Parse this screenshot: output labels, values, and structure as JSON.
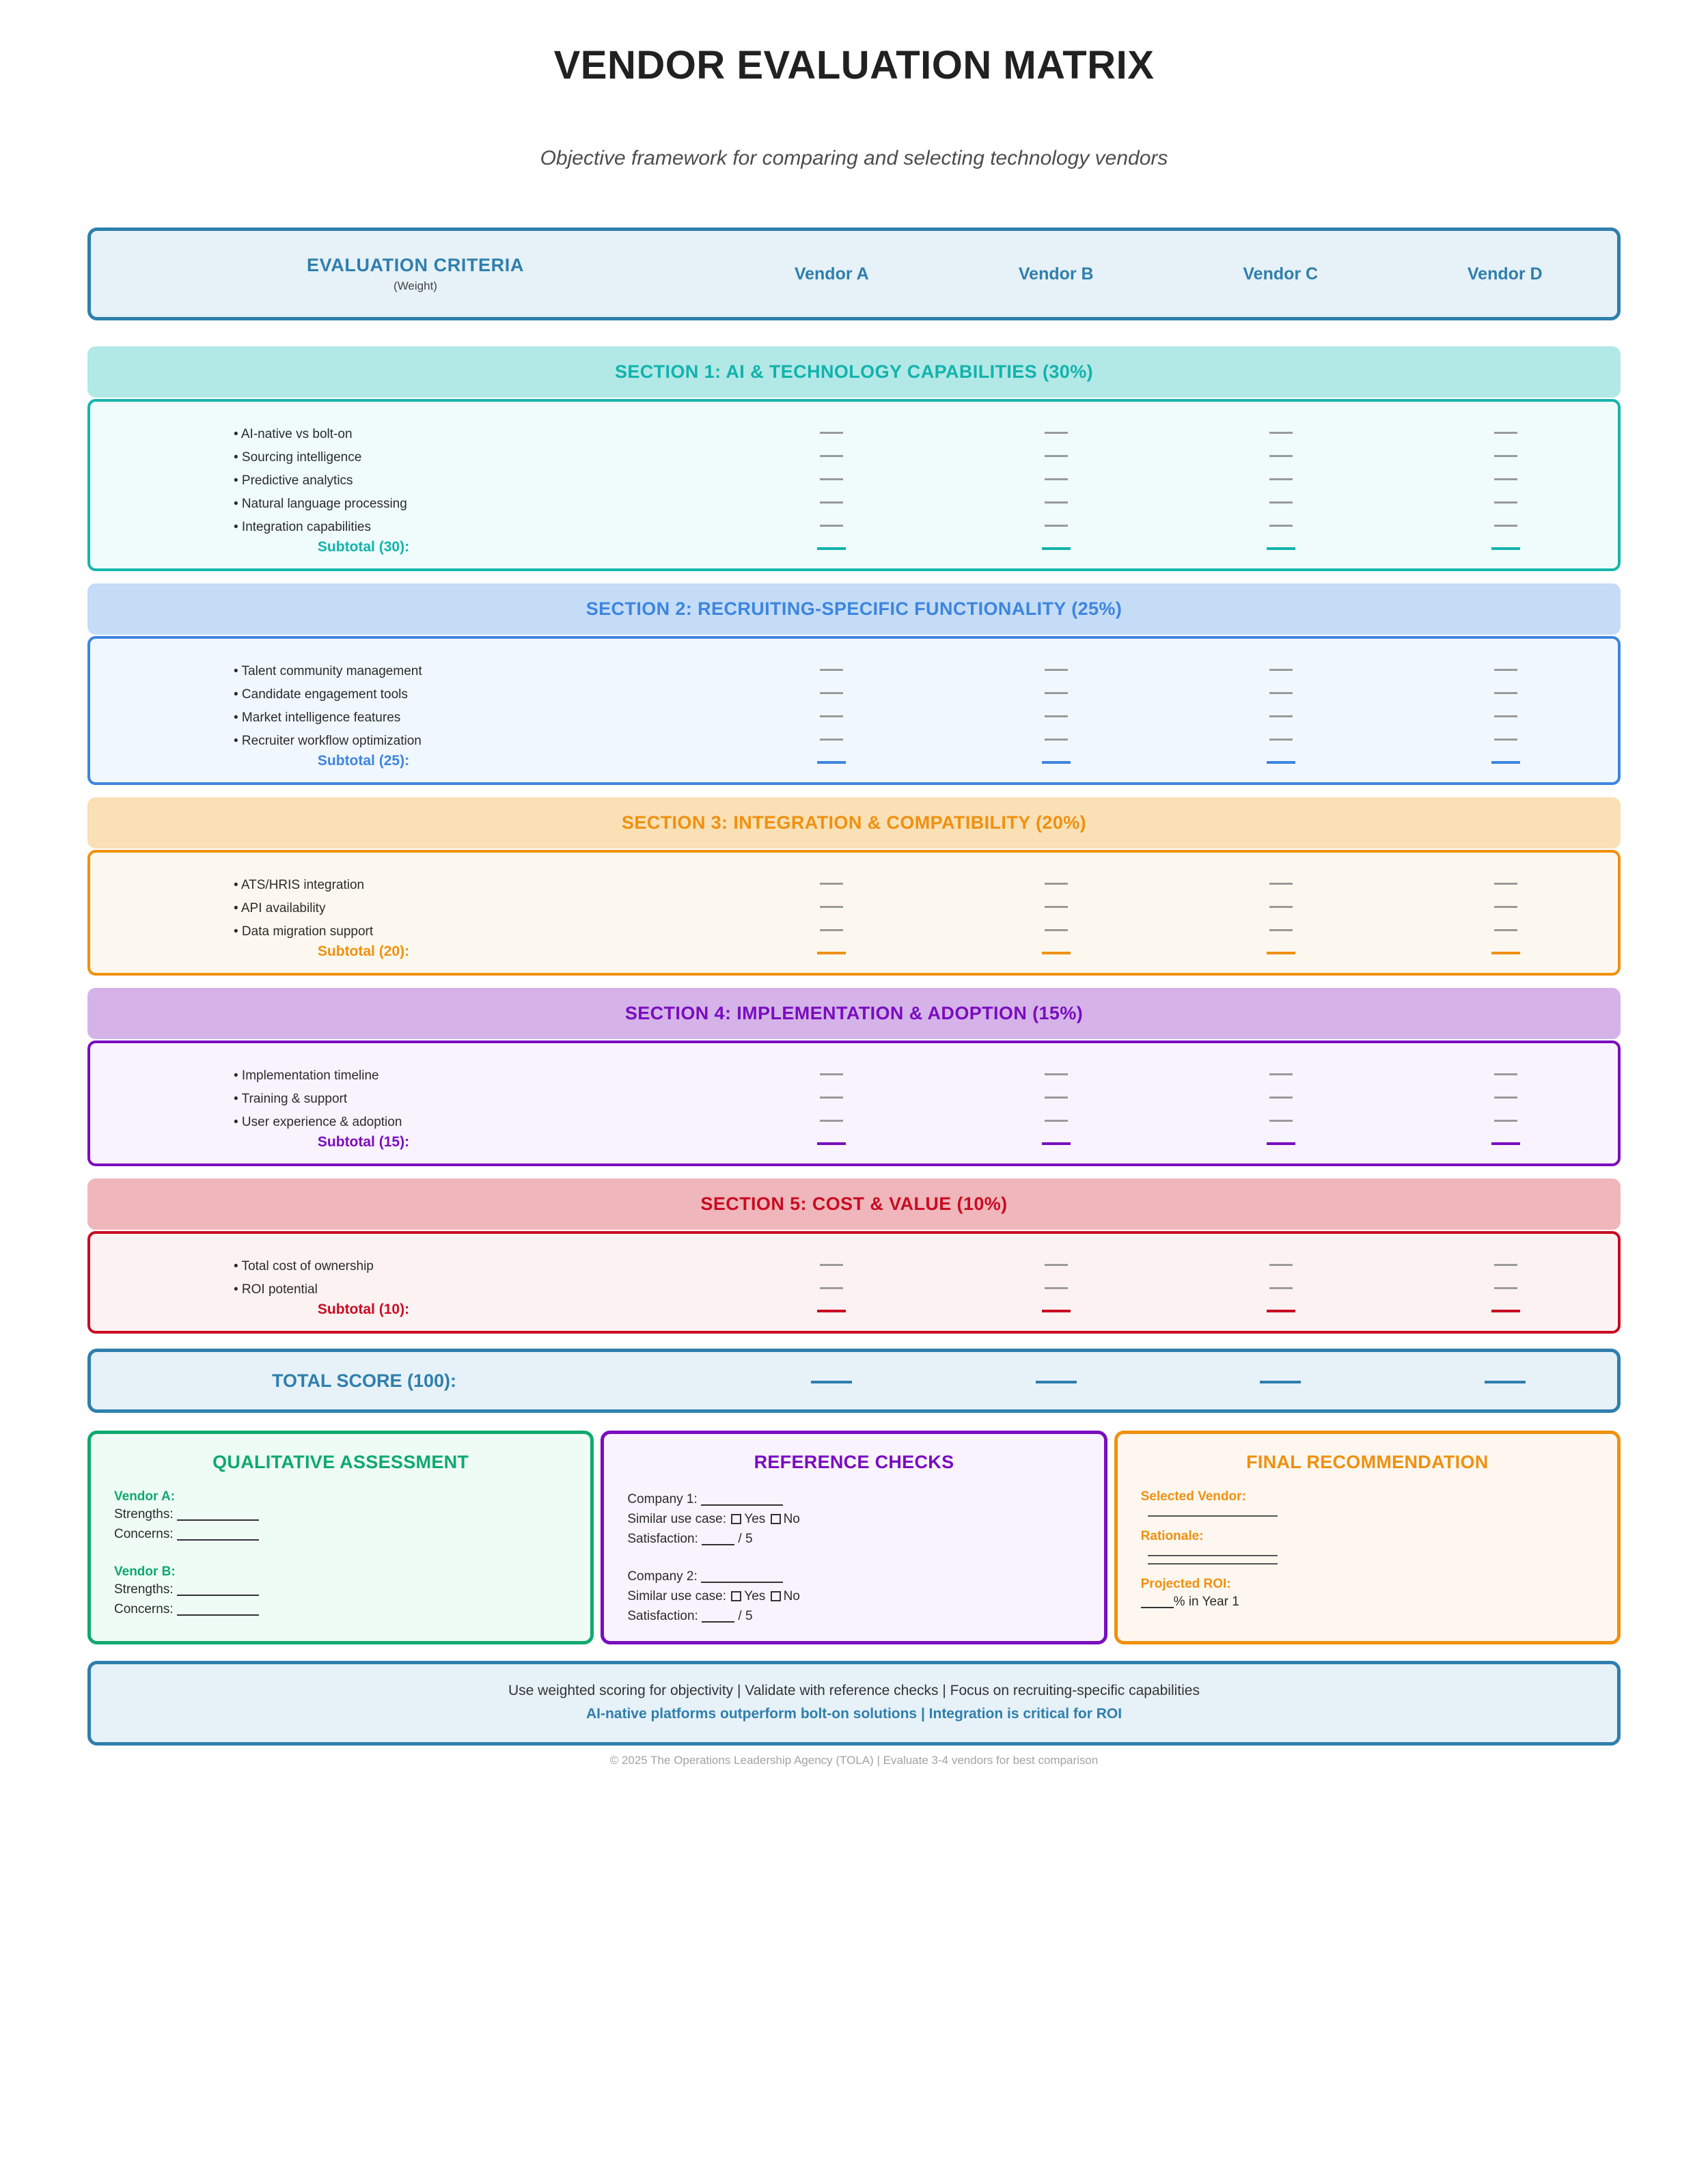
{
  "document": {
    "title": "VENDOR EVALUATION MATRIX",
    "subtitle": "Objective framework for comparing and selecting technology vendors"
  },
  "table_header": {
    "criteria_label": "EVALUATION CRITERIA",
    "weight_label": "(Weight)",
    "vendors": [
      "Vendor A",
      "Vendor B",
      "Vendor C",
      "Vendor D"
    ]
  },
  "sections": [
    {
      "title": "SECTION 1: AI & TECHNOLOGY CAPABILITIES (30%)",
      "subtotal_label": "Subtotal (30):",
      "criteria": [
        "AI-native vs bolt-on",
        "Sourcing intelligence",
        "Predictive analytics",
        "Natural language processing",
        "Integration capabilities"
      ],
      "colors": {
        "head_bg": "#b2e8e6",
        "body_bg": "#effcfb",
        "border": "#15b5ad",
        "text": "#11b3ac"
      }
    },
    {
      "title": "SECTION 2: RECRUITING-SPECIFIC FUNCTIONALITY (25%)",
      "subtotal_label": "Subtotal (25):",
      "criteria": [
        "Talent community management",
        "Candidate engagement tools",
        "Market intelligence features",
        "Recruiter workflow optimization"
      ],
      "colors": {
        "head_bg": "#c4dcf6",
        "body_bg": "#f1f7fe",
        "border": "#3d85e0",
        "text": "#3d85e0"
      }
    },
    {
      "title": "SECTION 3: INTEGRATION & COMPATIBILITY (20%)",
      "subtotal_label": "Subtotal (20):",
      "criteria": [
        "ATS/HRIS integration",
        "API availability",
        "Data migration support"
      ],
      "colors": {
        "head_bg": "#fae0b5",
        "body_bg": "#fdf8ef",
        "border": "#f0900f",
        "text": "#f0900f"
      }
    },
    {
      "title": "SECTION 4: IMPLEMENTATION & ADOPTION (15%)",
      "subtotal_label": "Subtotal (15):",
      "criteria": [
        "Implementation timeline",
        "Training & support",
        "User experience & adoption"
      ],
      "colors": {
        "head_bg": "#d5b3e8",
        "body_bg": "#f9f3fd",
        "border": "#7a0cc0",
        "text": "#7a0cc0"
      }
    },
    {
      "title": "SECTION 5: COST & VALUE (10%)",
      "subtotal_label": "Subtotal (10):",
      "criteria": [
        "Total cost of ownership",
        "ROI potential"
      ],
      "colors": {
        "head_bg": "#efb6bb",
        "body_bg": "#fdf2f2",
        "border": "#c90b21",
        "text": "#c90b21"
      }
    }
  ],
  "total_row": {
    "label": "TOTAL SCORE (100):"
  },
  "qualitative": {
    "title": "QUALITATIVE ASSESSMENT",
    "vendor_a_label": "Vendor A:",
    "vendor_b_label": "Vendor B:",
    "strengths_label": "Strengths:",
    "concerns_label": "Concerns:"
  },
  "references": {
    "title": "REFERENCE CHECKS",
    "company1_label": "Company 1:",
    "company2_label": "Company 2:",
    "similar_label": "Similar use case:",
    "yes_label": "Yes",
    "no_label": "No",
    "satisfaction_label": "Satisfaction:",
    "satisfaction_scale": "/ 5"
  },
  "recommendation": {
    "title": "FINAL RECOMMENDATION",
    "selected_vendor_label": "Selected Vendor:",
    "rationale_label": "Rationale:",
    "projected_roi_label": "Projected ROI:",
    "roi_suffix": "% in Year 1"
  },
  "footer": {
    "line1": "Use weighted scoring for objectivity | Validate with reference checks | Focus on recruiting-specific capabilities",
    "line2": "AI-native platforms outperform bolt-on solutions | Integration is critical for ROI",
    "copyright": "© 2025 The Operations Leadership Agency (TOLA) | Evaluate 3-4 vendors for best comparison"
  }
}
